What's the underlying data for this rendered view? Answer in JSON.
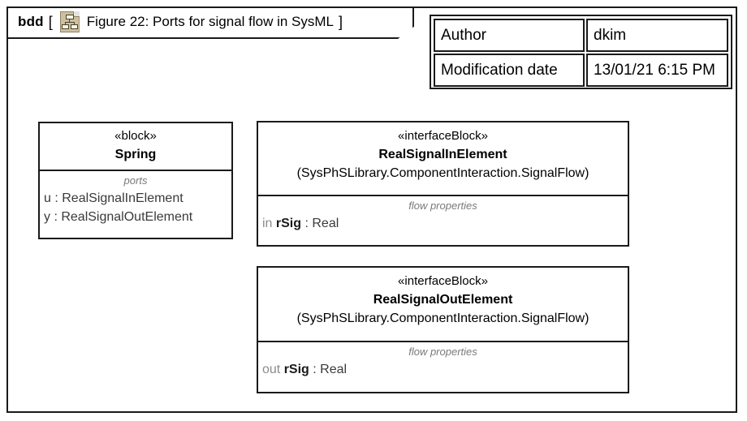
{
  "frame": {
    "kind": "bdd",
    "bracket_open": "[",
    "bracket_close": "]",
    "icon": "bdd-diagram-icon",
    "title": "Figure 22: Ports for signal flow in SysML"
  },
  "metadata": {
    "rows": [
      {
        "key": "Author",
        "value": "dkim"
      },
      {
        "key": "Modification date",
        "value": "13/01/21 6:15 PM"
      }
    ]
  },
  "blocks": [
    {
      "id": "spring",
      "stereotype": "«block»",
      "name": "Spring",
      "qualifier": "",
      "compartment_title": "ports",
      "features": [
        {
          "direction": "",
          "name": "u",
          "separator": " : ",
          "type": "RealSignalInElement"
        },
        {
          "direction": "",
          "name": "y",
          "separator": " : ",
          "type": "RealSignalOutElement"
        }
      ]
    },
    {
      "id": "realsignalin",
      "stereotype": "«interfaceBlock»",
      "name": "RealSignalInElement",
      "qualifier": "(SysPhSLibrary.ComponentInteraction.SignalFlow)",
      "compartment_title": "flow properties",
      "features": [
        {
          "direction": "in",
          "name": "rSig",
          "separator": " : ",
          "type": "Real"
        }
      ]
    },
    {
      "id": "realsignalout",
      "stereotype": "«interfaceBlock»",
      "name": "RealSignalOutElement",
      "qualifier": "(SysPhSLibrary.ComponentInteraction.SignalFlow)",
      "compartment_title": "flow properties",
      "features": [
        {
          "direction": "out",
          "name": "rSig",
          "separator": " : ",
          "type": "Real"
        }
      ]
    }
  ],
  "colors": {
    "frame_border": "#1a1a1a",
    "icon_fill": "#cdc0a0",
    "compartment_title": "#7a7a7a",
    "direction_keyword": "#8c8c8c",
    "background": "#ffffff"
  }
}
